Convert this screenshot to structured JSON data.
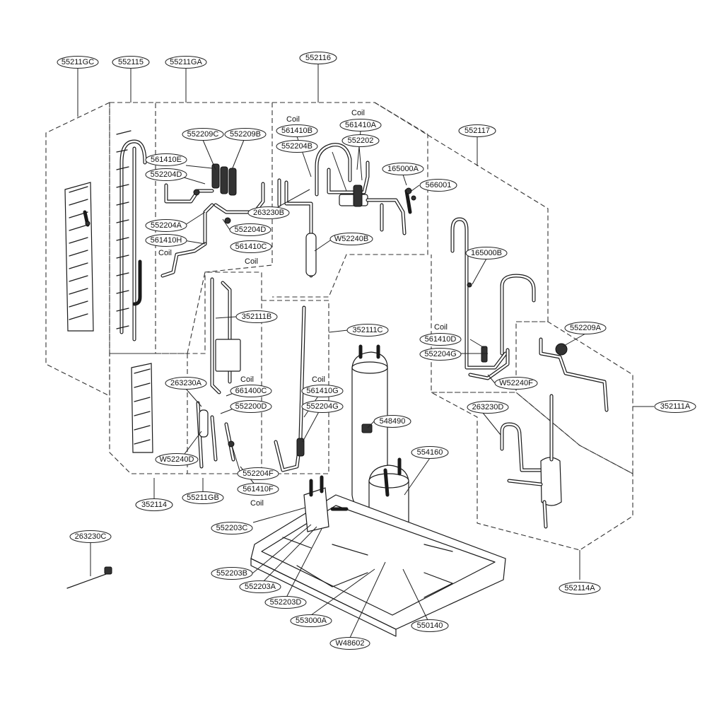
{
  "diagram": {
    "part_numbers": {
      "c552110C": "55211GC",
      "c552115": "552115",
      "c55211GA": "55211GA",
      "c552116": "552116",
      "c552117": "552117",
      "c552209C": "552209C",
      "c552209B": "552209B",
      "c561410B": "561410B",
      "c561410A": "561410A",
      "c552204B": "552204B",
      "c552202": "552202",
      "c165000A": "165000A",
      "c566001": "566001",
      "c561410E": "561410E",
      "c552204D_top": "552204D",
      "c263230B": "263230B",
      "c552204A": "552204A",
      "c552204D_mid": "552204D",
      "c561410H": "561410H",
      "c561410C": "561410C",
      "cW52240B": "W52240B",
      "c165000B": "165000B",
      "c352111B": "352111B",
      "c352111C": "352111C",
      "c561410D": "561410D",
      "c552204G": "552204G",
      "c552209A": "552209A",
      "cW52240F": "W52240F",
      "c263230A": "263230A",
      "c661400C": "661400C",
      "c552200D": "552200D",
      "c561410G": "561410G",
      "c552204G2": "552204G",
      "c352111A": "352111A",
      "c263230D": "263230D",
      "c548490": "548490",
      "cW52240D": "W52240D",
      "c552204F": "552204F",
      "c561410F": "561410F",
      "c554160": "554160",
      "c352114": "352114",
      "c55211GB": "55211GB",
      "c263230C": "263230C",
      "c552203C": "552203C",
      "c552203B": "552203B",
      "c552203A": "552203A",
      "c552203D": "552203D",
      "c553000A": "553000A",
      "c550140": "550140",
      "cW48602": "W48602",
      "c552114A": "552114A"
    },
    "coil_text": "Coil"
  }
}
